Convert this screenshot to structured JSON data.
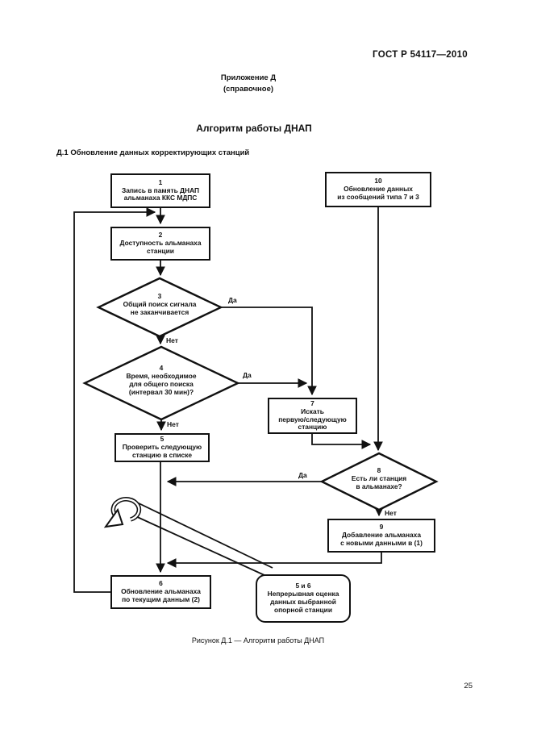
{
  "page": {
    "header_ref": "ГОСТ Р 54117—2010",
    "annex_line1": "Приложение Д",
    "annex_line2": "(справочное)",
    "title": "Алгоритм работы ДНАП",
    "section": "Д.1  Обновление данных корректирующих станций",
    "caption": "Рисунок Д.1 — Алгоритм работы ДНАП",
    "page_number": "25"
  },
  "flowchart": {
    "labels": {
      "yes": "Да",
      "no": "Нет"
    },
    "blocks": {
      "b1": {
        "num": "1",
        "lines": [
          "Запись в память ДНАП",
          "альманаха ККС МДПС"
        ]
      },
      "b2": {
        "num": "2",
        "lines": [
          "Доступность альманаха",
          "станции"
        ]
      },
      "d3": {
        "num": "3",
        "lines": [
          "Общий поиск сигнала",
          "не заканчивается"
        ]
      },
      "d4": {
        "num": "4",
        "lines": [
          "Время, необходимое",
          "для общего поиска",
          "(интервал 30 мин)?"
        ]
      },
      "b5": {
        "num": "5",
        "lines": [
          "Проверить следующую",
          "станцию в списке"
        ]
      },
      "b6": {
        "num": "6",
        "lines": [
          "Обновление альманаха",
          "по текущим данным (2)"
        ]
      },
      "b7": {
        "num": "7",
        "lines": [
          "Искать",
          "первую/следующую",
          "станцию"
        ]
      },
      "d8": {
        "num": "8",
        "lines": [
          "Есть ли станция",
          "в альманахе?"
        ]
      },
      "b9": {
        "num": "9",
        "lines": [
          "Добавление альманаха",
          "с новыми данными в (1)"
        ]
      },
      "b10": {
        "num": "10",
        "lines": [
          "Обновление данных",
          "из сообщений типа 7 и 3"
        ]
      },
      "b56": {
        "num": "5 и 6",
        "lines": [
          "Непрерывная оценка",
          "данных выбранной",
          "опорной станции"
        ]
      }
    }
  }
}
